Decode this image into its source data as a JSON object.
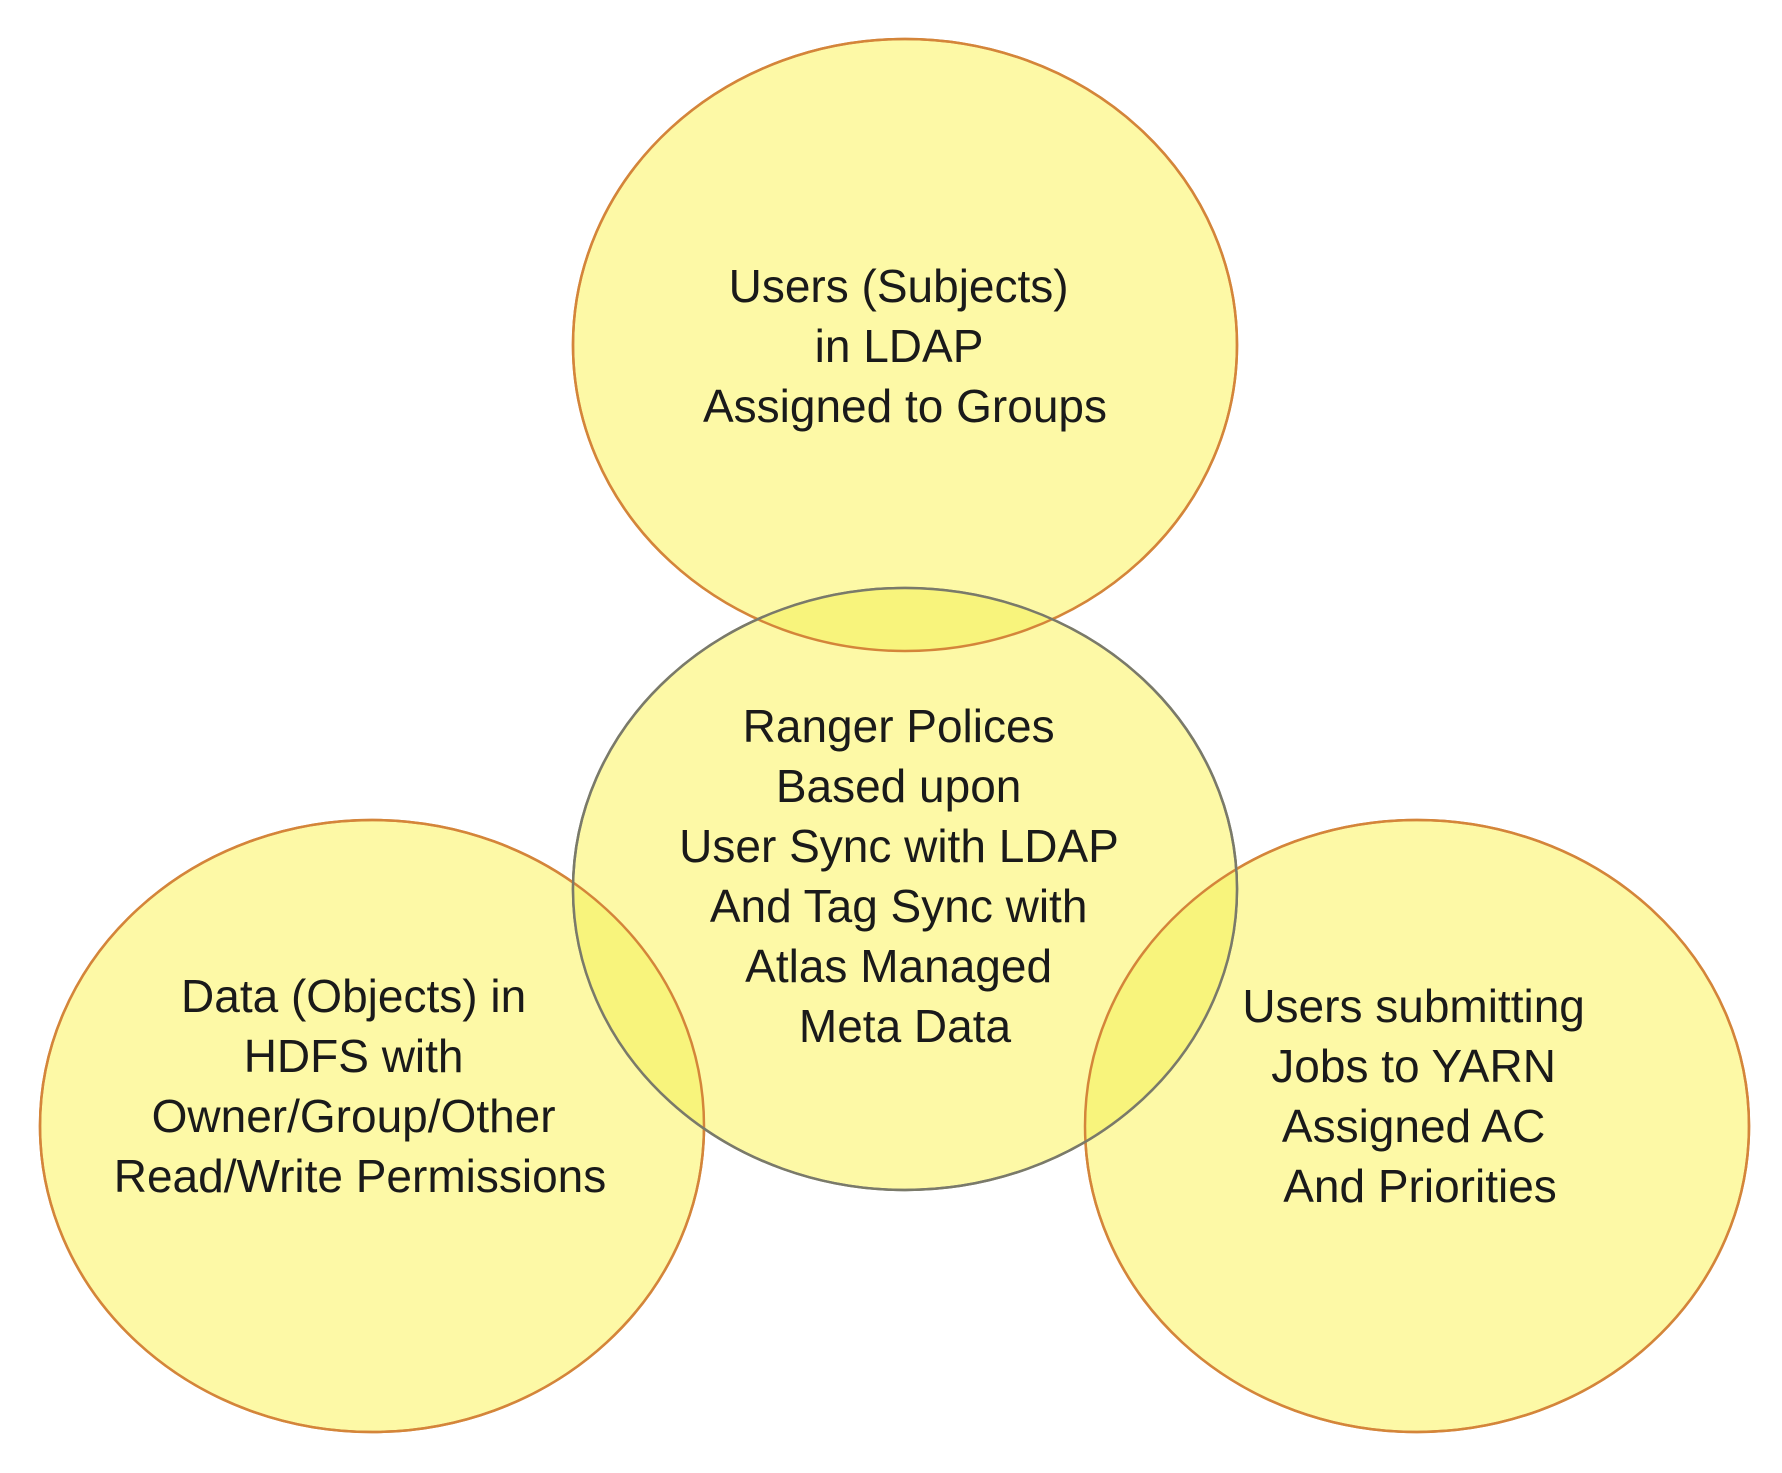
{
  "colors": {
    "fill": "#fdf9a6",
    "outer_stroke": "#d4853a",
    "center_stroke": "#7a7a6a",
    "overlap_fill": "#f8f47c"
  },
  "circles": {
    "top": {
      "lines": [
        "Users (Subjects)",
        "in LDAP",
        "Assigned to Groups"
      ]
    },
    "center": {
      "lines": [
        "Ranger Polices",
        "Based upon",
        "User Sync with LDAP",
        "And Tag Sync with",
        "Atlas Managed",
        "Meta Data"
      ]
    },
    "left": {
      "lines": [
        "Data (Objects) in",
        "HDFS with",
        "Owner/Group/Other",
        "Read/Write Permissions"
      ]
    },
    "right": {
      "lines": [
        "Users submitting",
        "Jobs to YARN",
        "Assigned AC",
        "And Priorities"
      ]
    }
  }
}
